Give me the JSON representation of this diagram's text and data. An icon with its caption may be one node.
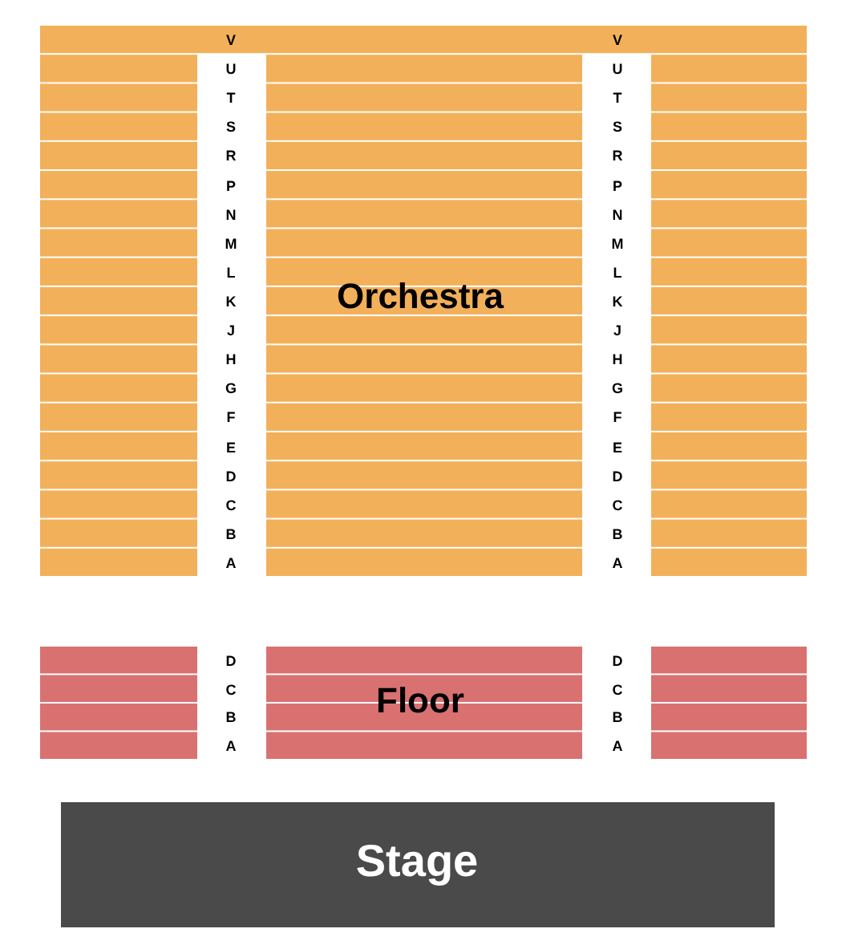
{
  "diagram": {
    "nodes": [
      {
        "text": [
          "Orchestra"
        ]
      },
      {
        "text": [
          "Floor"
        ]
      },
      {
        "text": [
          "Stage"
        ]
      }
    ],
    "labels": [
      "V",
      "V",
      "U",
      "U",
      "T",
      "T",
      "S",
      "S",
      "R",
      "R",
      "P",
      "P",
      "N",
      "N",
      "M",
      "M",
      "L",
      "L",
      "K",
      "K",
      "J",
      "J",
      "H",
      "H",
      "G",
      "G",
      "F",
      "F",
      "E",
      "E",
      "D",
      "D",
      "C",
      "C",
      "B",
      "B",
      "A",
      "A",
      "D",
      "D",
      "C",
      "C",
      "B",
      "B",
      "A",
      "A"
    ]
  }
}
